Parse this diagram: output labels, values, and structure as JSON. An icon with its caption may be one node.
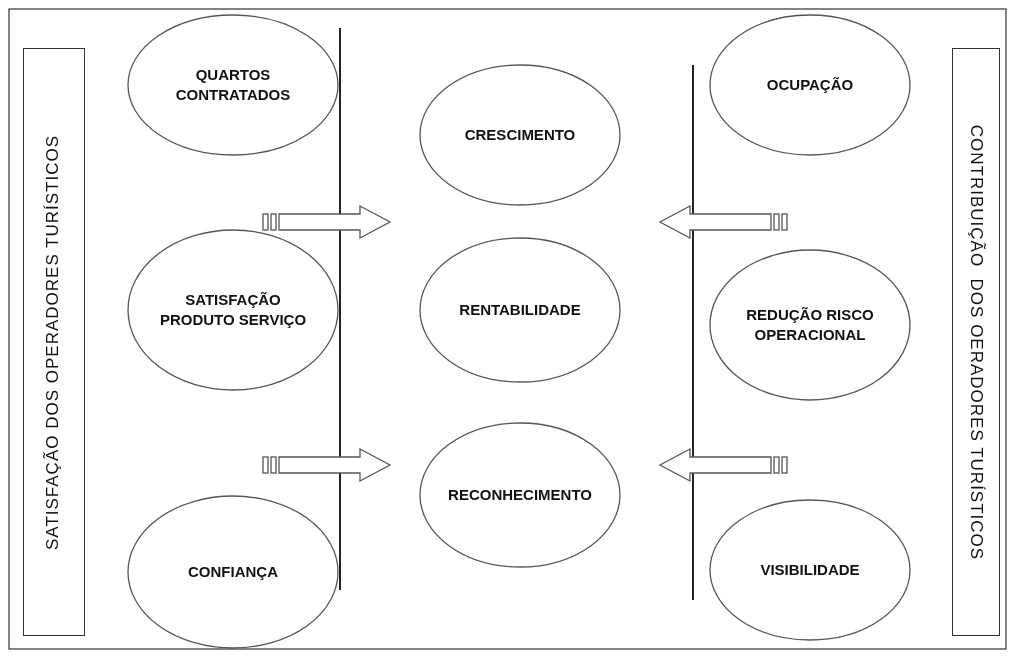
{
  "diagram": {
    "nodes": [
      {
        "text": [
          "SATISFAÇÃO DOS OPERADORES TURÍSTICOS"
        ]
      },
      {
        "text": [
          "QUARTOS CONTRATADOS"
        ]
      },
      {
        "text": [
          "CRESCIMENTO"
        ]
      },
      {
        "text": [
          "OCUPAÇÃO"
        ]
      },
      {
        "text": [
          "SATISFAÇÃO PRODUTO SERVIÇO"
        ]
      },
      {
        "text": [
          "RENTABILIDADE"
        ]
      },
      {
        "text": [
          "REDUÇÃO RISCO OPERACIONAL"
        ]
      },
      {
        "text": [
          "CONFIANÇA"
        ]
      },
      {
        "text": [
          "RECONHECIMENTO"
        ]
      },
      {
        "text": [
          "VISIBILIDADE"
        ]
      },
      {
        "text": [
          "CONTRIBUIÇÃO  DOS OERADORES TURÍSTICOS"
        ]
      }
    ],
    "edges": []
  }
}
